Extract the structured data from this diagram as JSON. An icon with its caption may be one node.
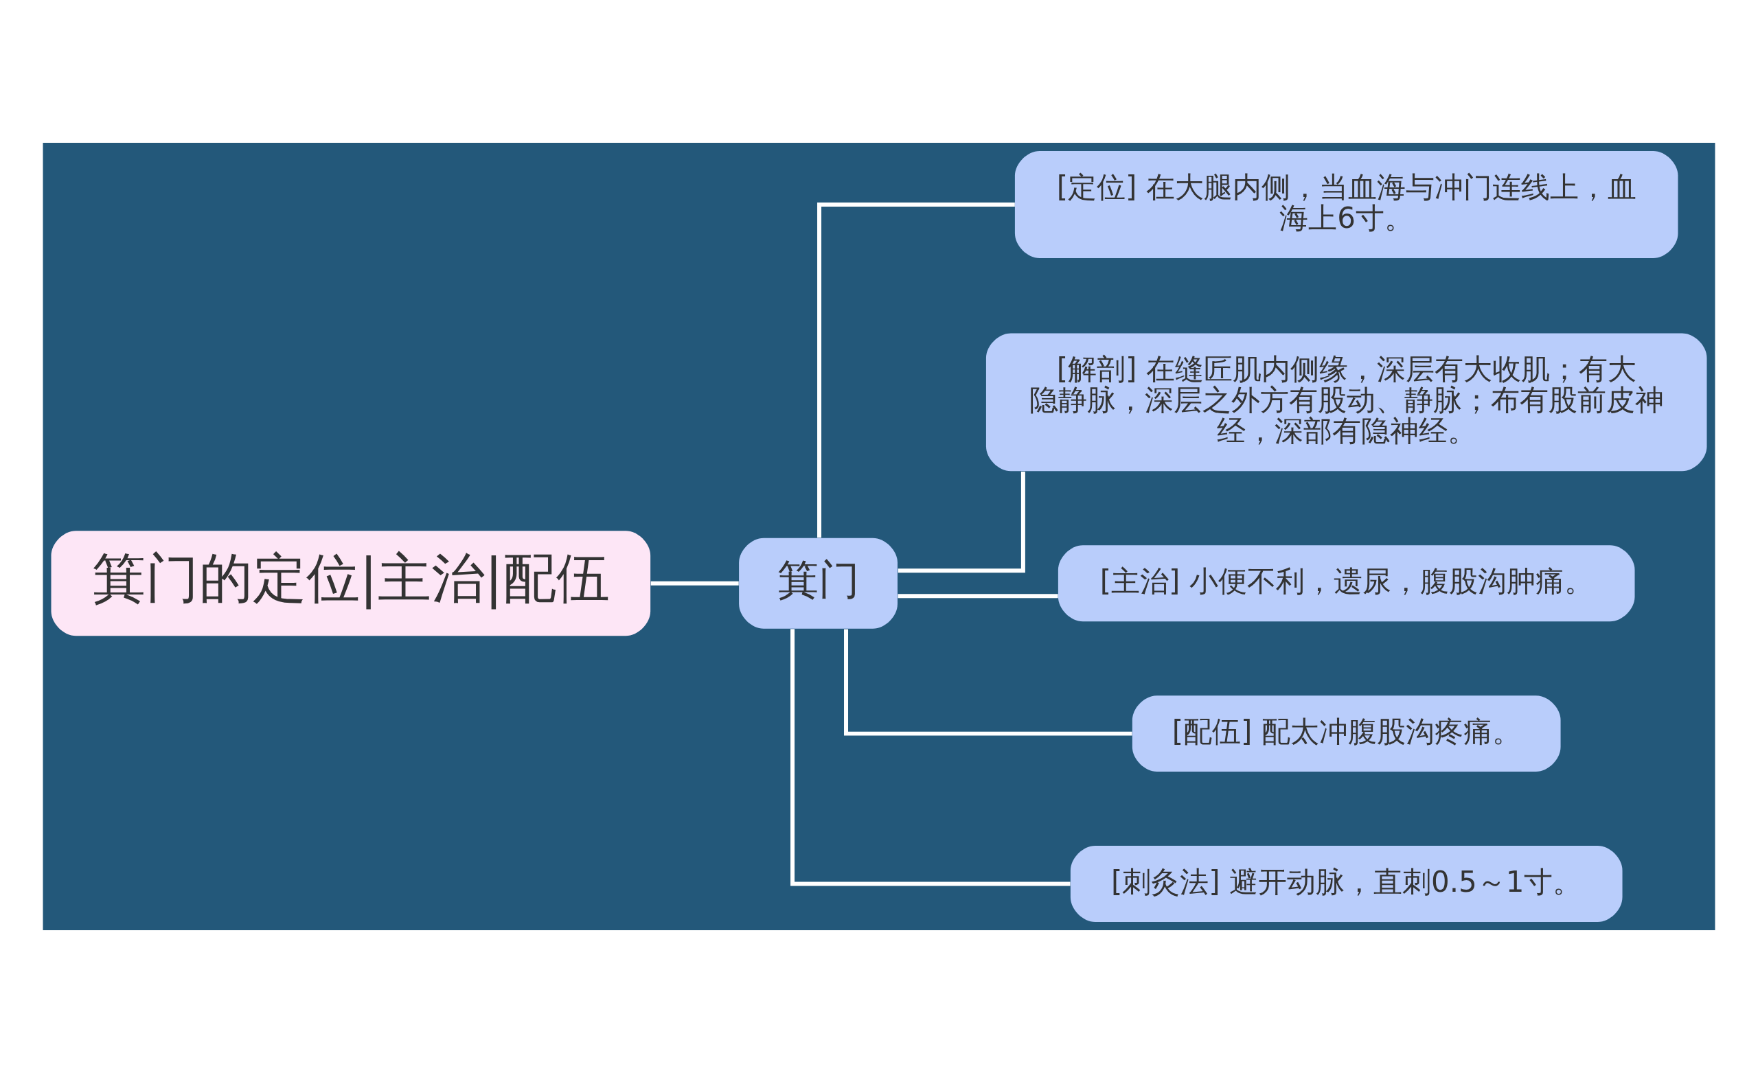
{
  "diagram": {
    "nodes": [
      {
        "text": [
          "箕门的定位|主治|配伍"
        ]
      },
      {
        "text": [
          "箕门"
        ]
      },
      {
        "text": [
          "[定位] 在大腿内侧，当血海与冲门连线上，血海上6寸。"
        ]
      },
      {
        "text": [
          "[解剖] 在缝匠肌内侧缘，深层有大收肌；有大隐静脉，深层之外方有股动、静脉；布有股前皮神经，深部有隐神经。"
        ]
      },
      {
        "text": [
          "[主治] 小便不利，遗尿，腹股沟肿痛。"
        ]
      },
      {
        "text": [
          "[配伍] 配太冲腹股沟疼痛。"
        ]
      },
      {
        "text": [
          "[刺灸法] 避开动脉，直刺0.5～1寸。"
        ]
      }
    ],
    "edges": [
      {
        "from": 0,
        "to": 1,
        "arrow": "none"
      },
      {
        "from": 1,
        "to": 2,
        "arrow": "none"
      },
      {
        "from": 1,
        "to": 3,
        "arrow": "none"
      },
      {
        "from": 1,
        "to": 4,
        "arrow": "none"
      },
      {
        "from": 1,
        "to": 5,
        "arrow": "none"
      },
      {
        "from": 1,
        "to": 6,
        "arrow": "none"
      }
    ]
  }
}
